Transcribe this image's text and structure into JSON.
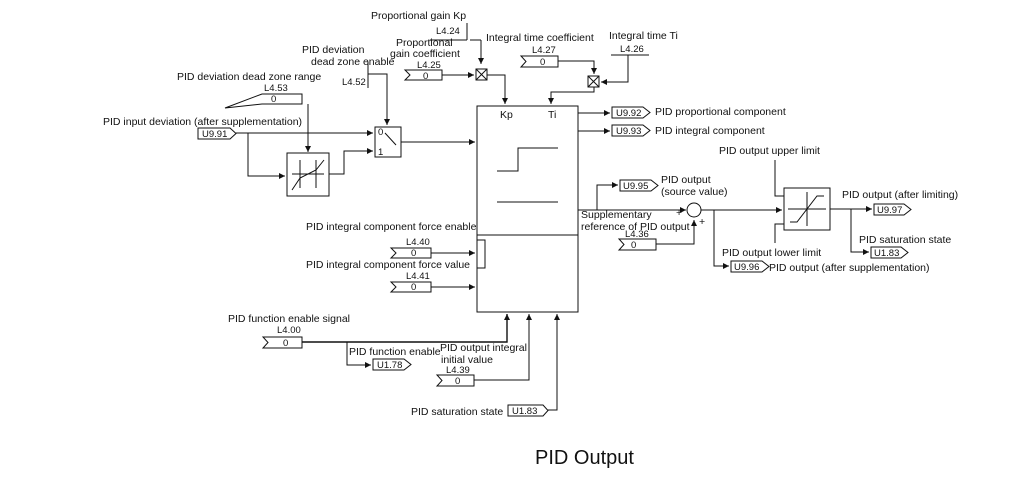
{
  "caption": "PID Output",
  "labels": {
    "prop_gain_kp": "Proportional gain Kp",
    "prop_gain_coef_1": "Proportional",
    "prop_gain_coef_2": "gain coefficient",
    "int_time_coef": "Integral time coefficient",
    "int_time_ti": "Integral time Ti",
    "dz_enable_1": "PID deviation",
    "dz_enable_2": "dead zone enable",
    "dz_range": "PID deviation dead zone range",
    "input_dev": "PID input deviation (after supplementation)",
    "prop_comp": "PID proportional component",
    "int_comp": "PID integral component",
    "out_source_1": "PID output",
    "out_source_2": "(source value)",
    "out_upper": "PID output upper limit",
    "out_after_limit": "PID output (after limiting)",
    "supp_ref_1": "Supplementary",
    "supp_ref_2": "reference of PID output",
    "sat_state_right": "PID saturation state",
    "out_lower": "PID output lower limit",
    "out_after_supp": "PID output (after supplementation)",
    "int_force_en": "PID integral component force enable",
    "int_force_val": "PID integral component force value",
    "func_en_signal": "PID function enable signal",
    "func_en": "PID function enable",
    "int_init_1": "PID output integral",
    "int_init_2": "initial value",
    "sat_state_bottom": "PID saturation state",
    "kp": "Kp",
    "ti": "Ti",
    "switch_0": "0",
    "switch_1": "1",
    "plus": "+"
  },
  "params": {
    "L424": {
      "code": "L4.24"
    },
    "L425": {
      "code": "L4.25",
      "value": "0"
    },
    "L427": {
      "code": "L4.27",
      "value": "0"
    },
    "L426": {
      "code": "L4.26"
    },
    "L452": {
      "code": "L4.52"
    },
    "L453": {
      "code": "L4.53",
      "value": "0"
    },
    "L436": {
      "code": "L4.36",
      "value": "0"
    },
    "L440": {
      "code": "L4.40",
      "value": "0"
    },
    "L441": {
      "code": "L4.41",
      "value": "0"
    },
    "L400": {
      "code": "L4.00",
      "value": "0"
    },
    "L439": {
      "code": "L4.39",
      "value": "0"
    }
  },
  "monitors": {
    "U991": "U9.91",
    "U992": "U9.92",
    "U993": "U9.93",
    "U995": "U9.95",
    "U997": "U9.97",
    "U996": "U9.96",
    "U183a": "U1.83",
    "U178": "U1.78",
    "U183b": "U1.83"
  }
}
